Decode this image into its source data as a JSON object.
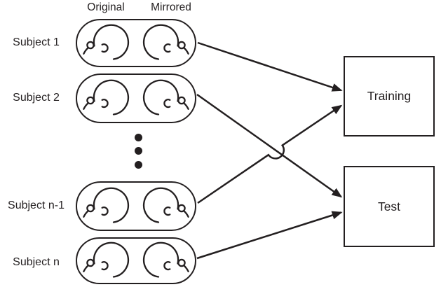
{
  "figure": {
    "column_headers": {
      "original": "Original",
      "mirrored": "Mirrored"
    },
    "subjects": [
      {
        "label": "Subject 1"
      },
      {
        "label": "Subject 2"
      },
      {
        "label": "Subject n-1"
      },
      {
        "label": "Subject n"
      }
    ],
    "ellipsis_dots": 3,
    "boxes": {
      "training": "Training",
      "test": "Test"
    },
    "connections": [
      {
        "from": "Subject 1",
        "to": "Training"
      },
      {
        "from": "Subject 2",
        "to": "Test"
      },
      {
        "from": "Subject n-1",
        "to": "Training"
      },
      {
        "from": "Subject n",
        "to": "Test"
      }
    ],
    "colors": {
      "ink": "#231f20",
      "background": "#ffffff"
    }
  }
}
